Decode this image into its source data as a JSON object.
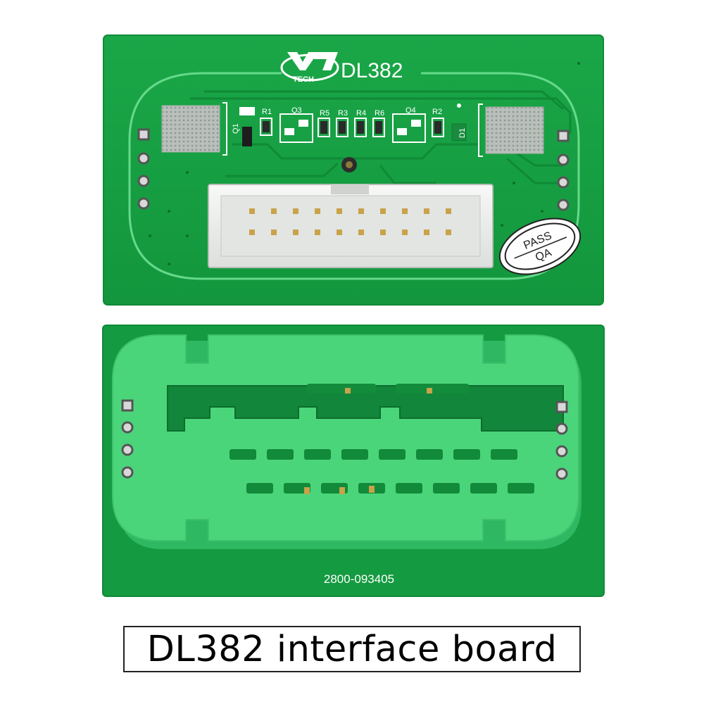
{
  "top_board": {
    "model_label": "DL382",
    "brand_logo_text": "TECH",
    "component_labels": {
      "r1": "R1",
      "q3": "Q3",
      "r5": "R5",
      "r3": "R3",
      "r4": "R4",
      "r6": "R6",
      "q4": "Q4",
      "r2": "R2",
      "q1": "Q1",
      "d1": "D1"
    },
    "qa_sticker": {
      "line1": "PASS",
      "line2": "QA"
    }
  },
  "bottom_board": {
    "part_number": "2800-093405"
  },
  "caption": {
    "text": "DL382 interface board"
  },
  "colors": {
    "pcb_green": "#169c41",
    "pcb_edge": "#0f8a36",
    "raised_green": "#4bd57a",
    "connector_white": "#eef0ee",
    "pin_gold": "#c9a24a"
  }
}
